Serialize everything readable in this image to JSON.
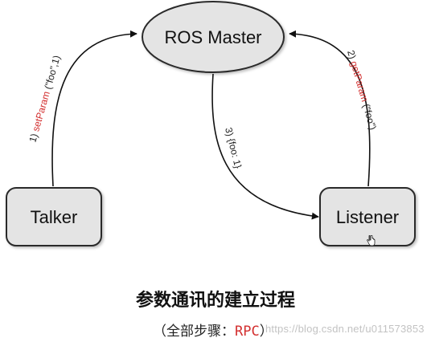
{
  "nodes": {
    "master": "ROS Master",
    "talker": "Talker",
    "listener": "Listener"
  },
  "edges": {
    "set_param": {
      "prefix": "1) ",
      "method": "setParam",
      "args": " (\"foo\",1)"
    },
    "get_param": {
      "prefix": "2) ",
      "method": "getParam",
      "args": " (\"foo\")"
    },
    "reply": "3) {foo: 1}"
  },
  "caption": {
    "title": "参数通讯的建立过程",
    "subtitle_prefix": "（全部步骤：",
    "subtitle_highlight": "RPC",
    "subtitle_suffix": "）"
  },
  "watermark": "https://blog.csdn.net/u011573853",
  "colors": {
    "node_fill": "#e4e4e4",
    "node_stroke": "#2a2a2a",
    "highlight": "#d32f2f"
  }
}
